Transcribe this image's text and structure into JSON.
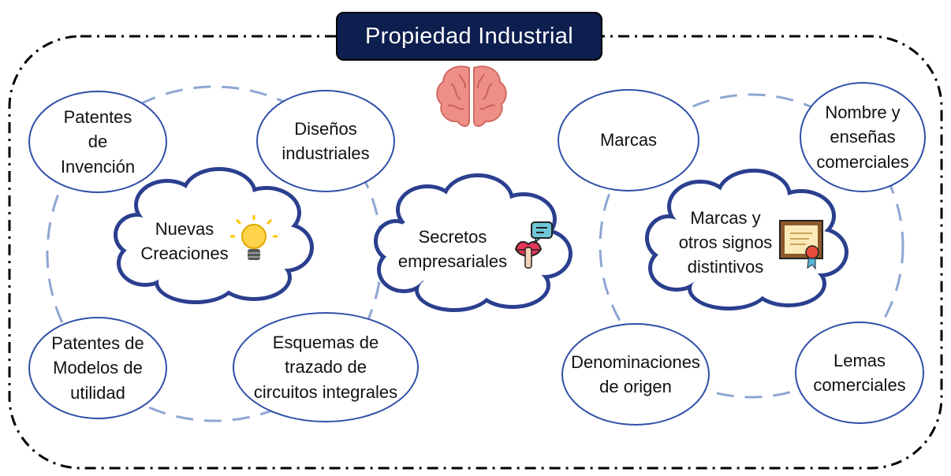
{
  "title": "Propiedad Industrial",
  "colors": {
    "title_bg": "#0d1f4f",
    "node_border": "#2f4fa8",
    "dashed_circle": "#8fa6d4",
    "cloud_border": "#2b3f8f",
    "frame": "#000000"
  },
  "icons": [
    "brain-icon",
    "lightbulb-icon",
    "lips-secret-icon",
    "certificate-icon"
  ],
  "groups": {
    "nuevas_creaciones": {
      "label": "Nuevas\nCreaciones",
      "items": [
        "Patentes\nde\nInvención",
        "Diseños\nindustriales",
        "Patentes de\nModelos de\nutilidad",
        "Esquemas de\ntrazado de\ncircuitos integrales"
      ]
    },
    "secretos": {
      "label": "Secretos\nempresariales"
    },
    "marcas": {
      "label": "Marcas y\notros signos\ndistintivos",
      "items": [
        "Marcas",
        "Nombre y\nenseñas\ncomerciales",
        "Denominaciones\nde origen",
        "Lemas\ncomerciales"
      ]
    }
  }
}
